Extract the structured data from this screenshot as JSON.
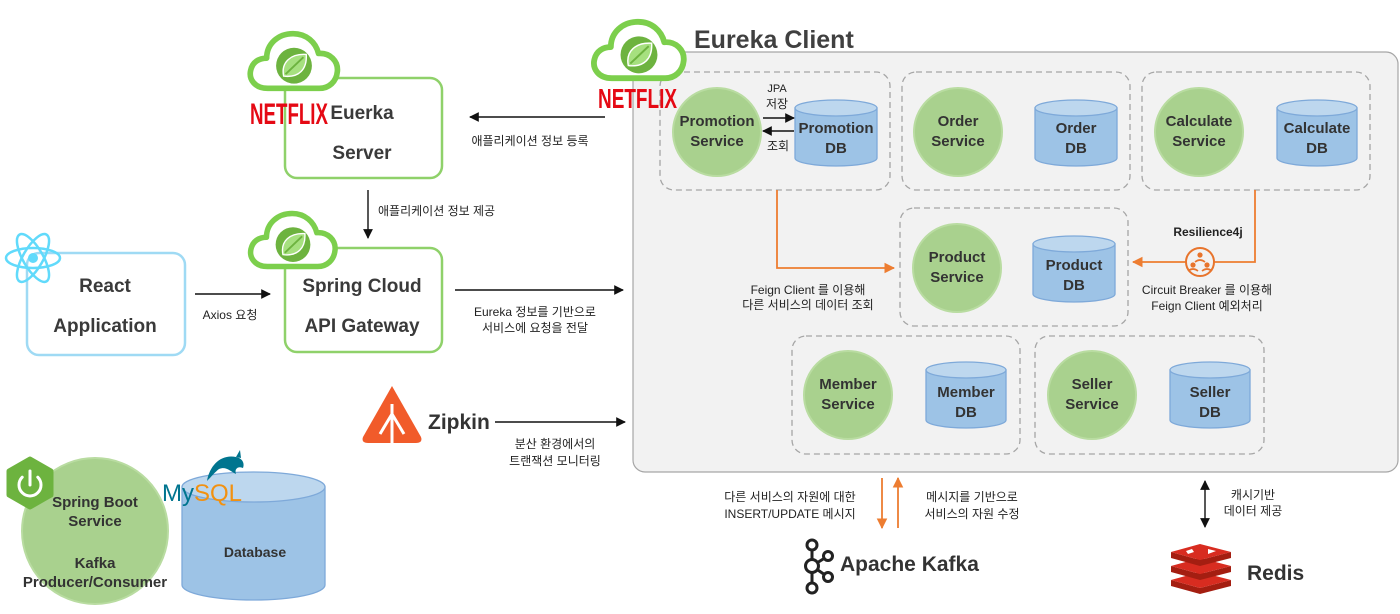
{
  "diagram": {
    "eureka_server": {
      "logo": "NETFLIX",
      "title_lines": [
        "Euerka",
        "Server"
      ]
    },
    "api_gateway": {
      "title_lines": [
        "Spring Cloud",
        "API Gateway"
      ]
    },
    "react_app": {
      "title_lines": [
        "React",
        "Application"
      ]
    },
    "eureka_client": {
      "logo": "NETFLIX",
      "title": "Eureka Client",
      "groups": [
        {
          "service": [
            "Promotion",
            "Service"
          ],
          "db": [
            "Promotion",
            "DB"
          ]
        },
        {
          "service": [
            "Order",
            "Service"
          ],
          "db": [
            "Order",
            "DB"
          ]
        },
        {
          "service": [
            "Calculate",
            "Service"
          ],
          "db": [
            "Calculate",
            "DB"
          ]
        },
        {
          "service": [
            "Product",
            "Service"
          ],
          "db": [
            "Product",
            "DB"
          ]
        },
        {
          "service": [
            "Member",
            "Service"
          ],
          "db": [
            "Member",
            "DB"
          ]
        },
        {
          "service": [
            "Seller",
            "Service"
          ],
          "db": [
            "Seller",
            "DB"
          ]
        }
      ],
      "jpa_save": [
        "JPA",
        "저장"
      ],
      "jpa_read": "조회",
      "feign": [
        "Feign Client 를 이용해",
        "다른 서비스의 데이터 조회"
      ],
      "resilience": {
        "title": "Resilience4j",
        "lines": [
          "Circuit Breaker 를 이용해",
          "Feign Client 예외처리"
        ]
      }
    },
    "edges": {
      "register": "애플리케이션 정보 등록",
      "provide": "애플리케이션 정보 제공",
      "axios": "Axios 요청",
      "gateway_forward": [
        "Eureka 정보를 기반으로",
        "서비스에 요청을 전달"
      ],
      "zipkin_monitor": [
        "분산 환경에서의",
        "트랜잭션 모니터링"
      ],
      "kafka_out": [
        "다른 서비스의 자원에 대한",
        "INSERT/UPDATE 메시지"
      ],
      "kafka_in": [
        "메시지를 기반으로",
        "서비스의 자원 수정"
      ],
      "redis_cache": [
        "캐시기반",
        "데이터 제공"
      ]
    },
    "zipkin": {
      "label": "Zipkin"
    },
    "kafka": {
      "label": "Apache Kafka"
    },
    "redis": {
      "label": "Redis"
    },
    "spring_boot_service": {
      "lines": [
        "Spring Boot",
        "Service",
        "Kafka",
        "Producer/Consumer"
      ]
    },
    "mysql": {
      "logo_my": "My",
      "logo_sql": "SQL",
      "db_label": "Database"
    }
  },
  "colors": {
    "box_border_green": "#8fd16a",
    "react_border_blue": "#9fdaf4",
    "service_fill": "#a9d18e",
    "db_fill": "#9dc3e6",
    "db_top": "#bdd7ee",
    "netflix_red": "#e50914",
    "flow_orange": "#ed7d31",
    "container_gray": "#f2f2f2",
    "spring_green": "#6db33f",
    "redis_red": "#d82c20",
    "mysql_blue": "#00758f",
    "mysql_orange": "#f29111"
  },
  "icons": [
    "spring-cloud-icon",
    "react-icon",
    "zipkin-icon",
    "kafka-icon",
    "redis-icon",
    "spring-boot-icon",
    "mysql-dolphin-icon",
    "resilience4j-icon"
  ]
}
